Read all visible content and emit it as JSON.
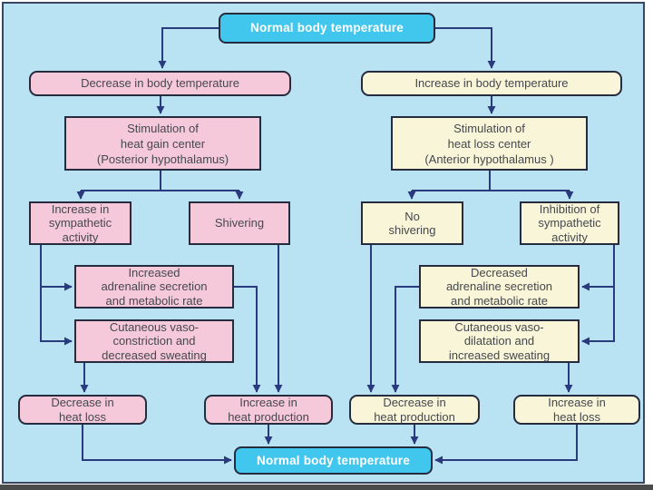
{
  "colors": {
    "bg": "#b9e2f3",
    "pink": "#f6c9da",
    "cream": "#f9f5d8",
    "blue": "#41c6ee",
    "arrow": "#2a3b7d",
    "box-border": "#262b3d",
    "text": "#45484e",
    "frame-border": "#3c4663",
    "bottom-bar": "#4b4b4b"
  },
  "nodes": {
    "top": "Normal body temperature",
    "dec_temp": "Decrease in body temperature",
    "heat_gain": "Stimulation of\nheat gain center\n(Posterior hypothalamus)",
    "symp_inc": "Increase in\nsympathetic\nactivity",
    "shivering": "Shivering",
    "adr_inc": "Increased\nadrenaline secretion\nand metabolic rate",
    "vaso_con": "Cutaneous vaso-\nconstriction and\ndecreased sweating",
    "dec_heat_loss": "Decrease in\nheat loss",
    "inc_heat_prod": "Increase in\nheat production",
    "inc_temp": "Increase in body temperature",
    "heat_loss": "Stimulation of\nheat loss center\n(Anterior hypothalamus )",
    "no_shiver": "No\nshivering",
    "symp_inh": "Inhibition of\nsympathetic\nactivity",
    "adr_dec": "Decreased\nadrenaline secretion\nand metabolic rate",
    "vaso_dil": "Cutaneous vaso-\ndilatation and\nincreased sweating",
    "dec_heat_prod": "Decrease in\nheat  production",
    "inc_heat_loss": "Increase in\nheat loss",
    "bottom": "Normal body temperature"
  }
}
